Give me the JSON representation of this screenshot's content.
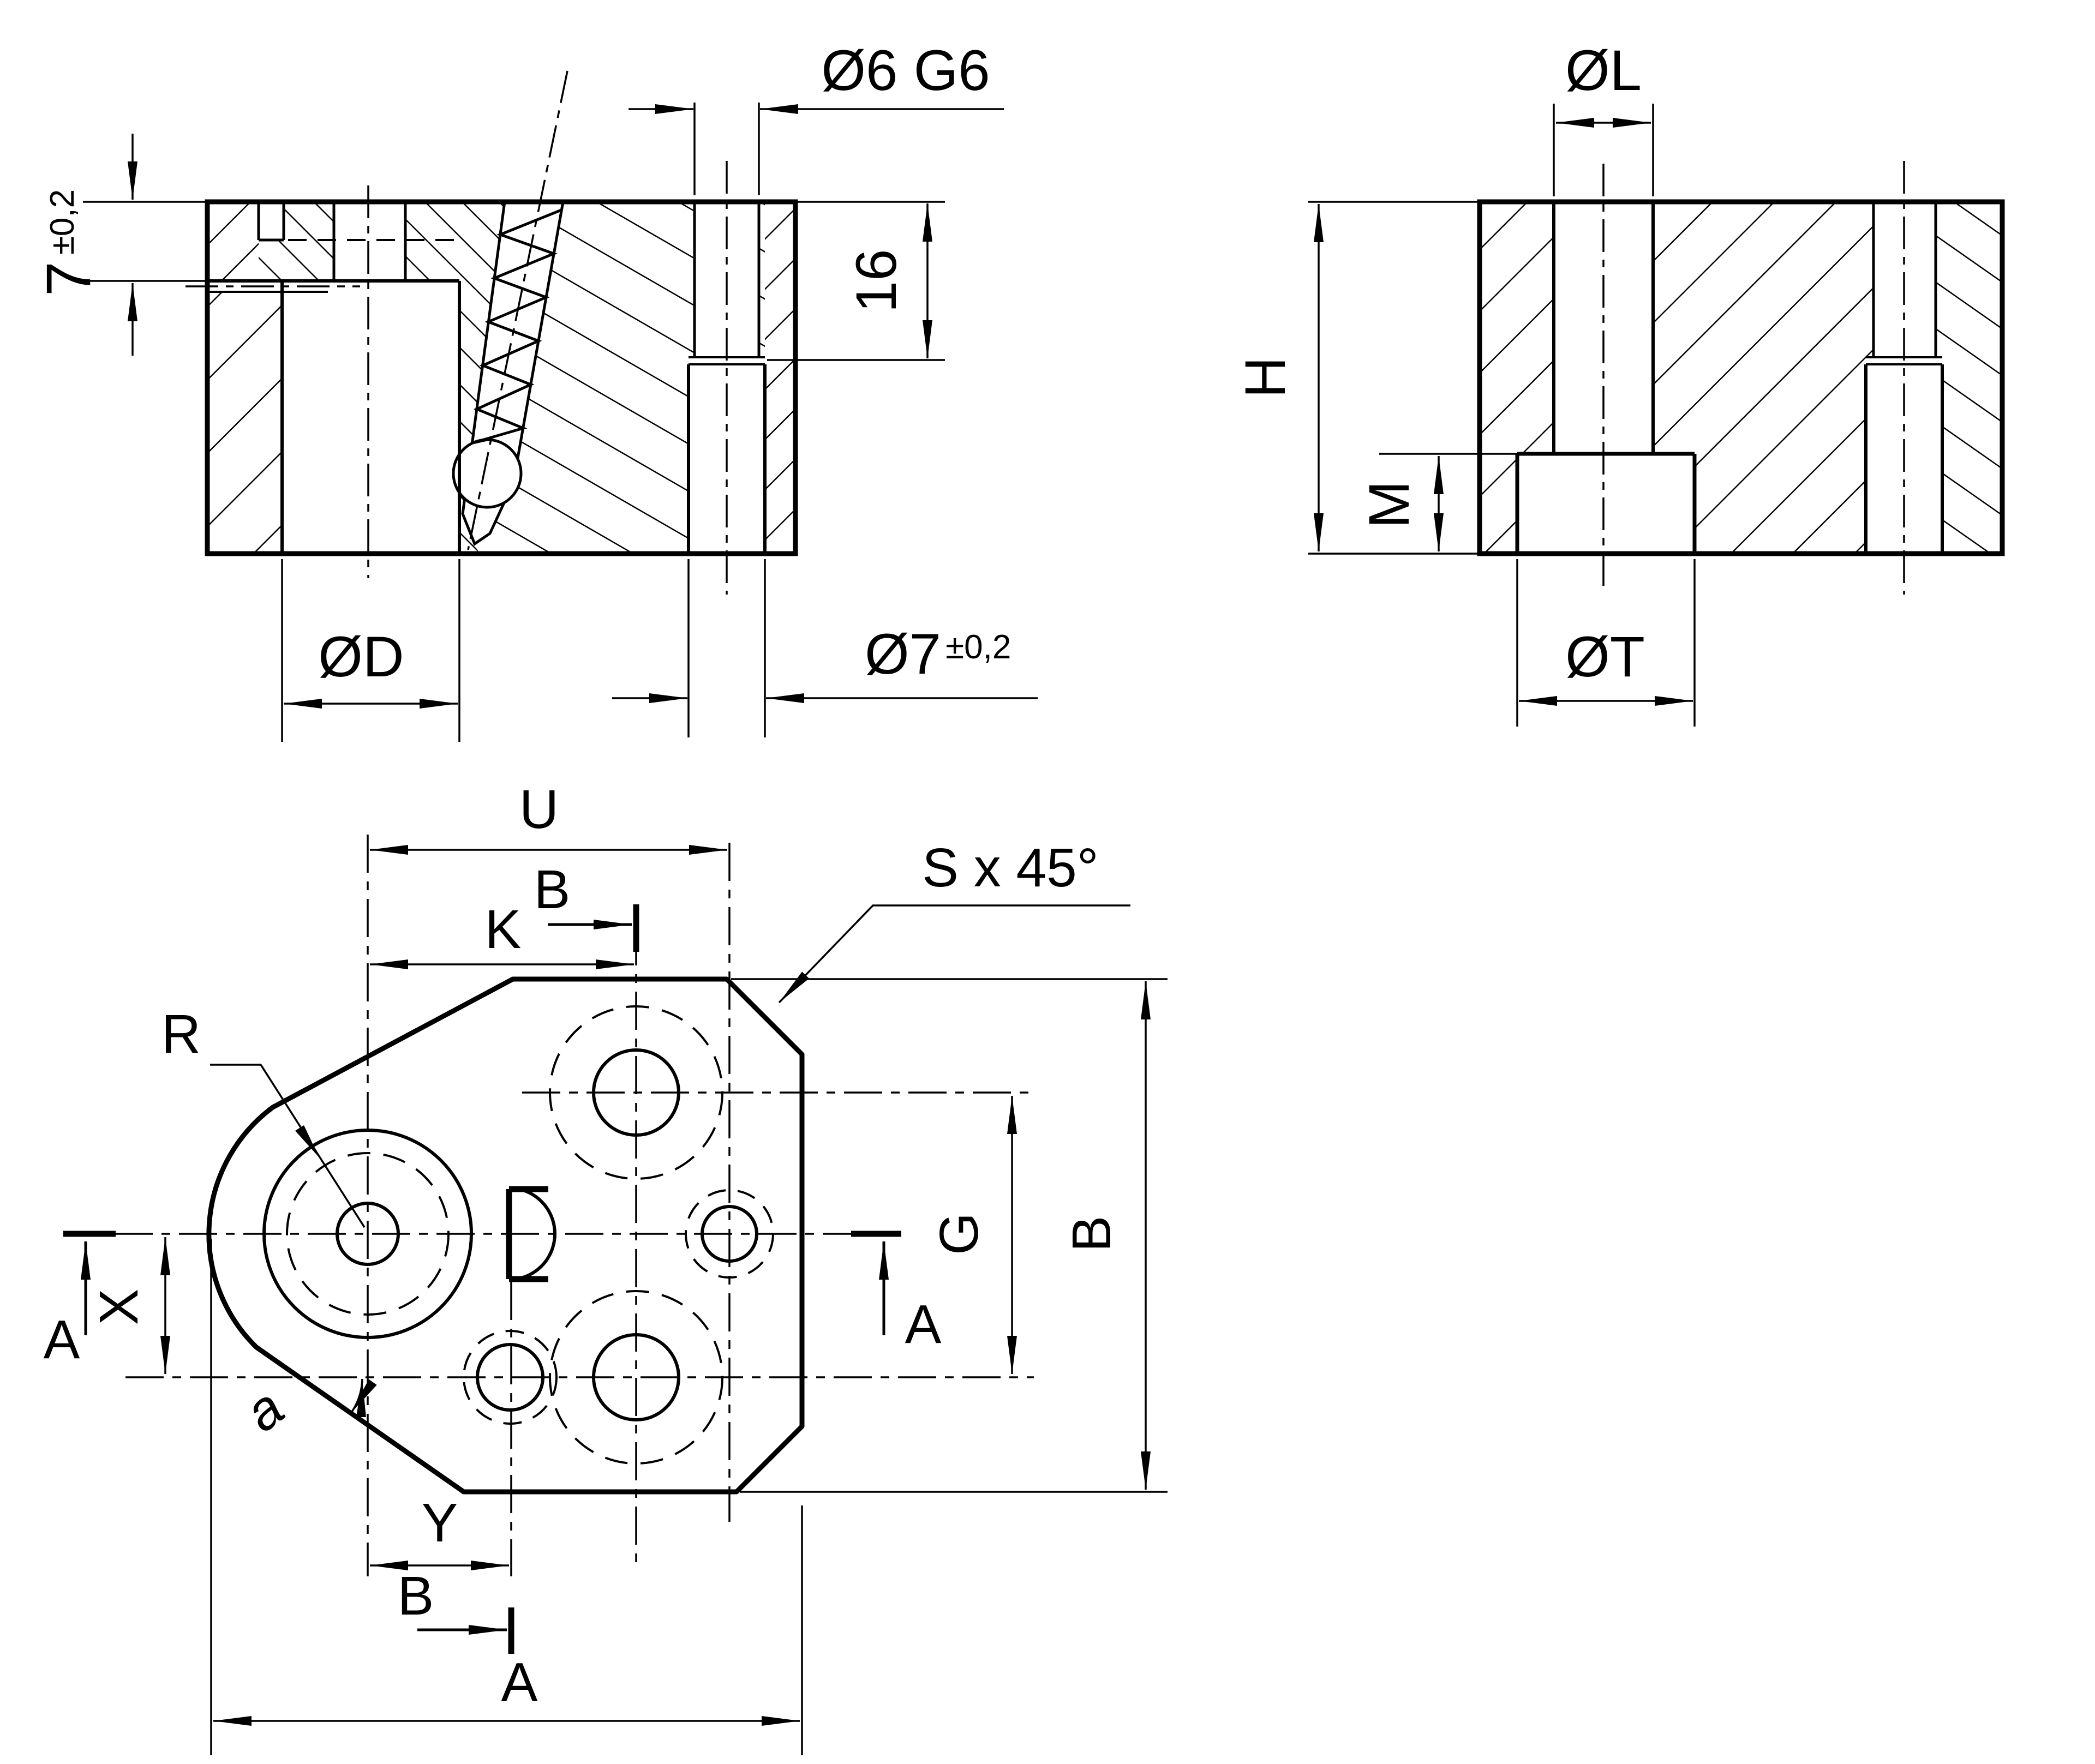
{
  "views": {
    "section_a": {
      "labels": {
        "depth": "7",
        "depth_tol": "±0,2",
        "bore_top": "Ø6 G6",
        "depth_16": "16",
        "bore_d": "ØD",
        "bore_7": "Ø7",
        "bore_7_tol": "±0,2"
      }
    },
    "section_b": {
      "labels": {
        "bore_l": "ØL",
        "height": "H",
        "boss": "M",
        "counterbore": "ØT"
      }
    },
    "plan": {
      "labels": {
        "u": "U",
        "b_section_top": "B",
        "k": "K",
        "chamfer": "S x 45°",
        "radius": "R",
        "a_section_left": "A",
        "a_section_right": "A",
        "x": "X",
        "g": "G",
        "b_height": "B",
        "angle": "a",
        "y": "Y",
        "b_section_bottom": "B",
        "a_width": "A"
      }
    }
  }
}
